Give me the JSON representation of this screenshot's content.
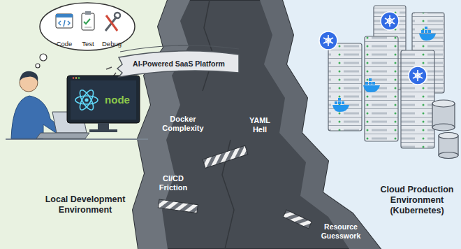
{
  "diagram": {
    "nodes": [
      {
        "text": [
          "Local Development Environment"
        ]
      },
      {
        "text": [
          "AI-Powered SaaS Platform"
        ]
      },
      {
        "text": [
          "Cloud Production Environment (Kubernetes)"
        ]
      }
    ],
    "labels": [
      "Code",
      "Test",
      "Debug",
      "node",
      "Docker Complexity",
      "YAML Hell",
      "CI/CD Friction",
      "Resource Guesswork"
    ]
  }
}
